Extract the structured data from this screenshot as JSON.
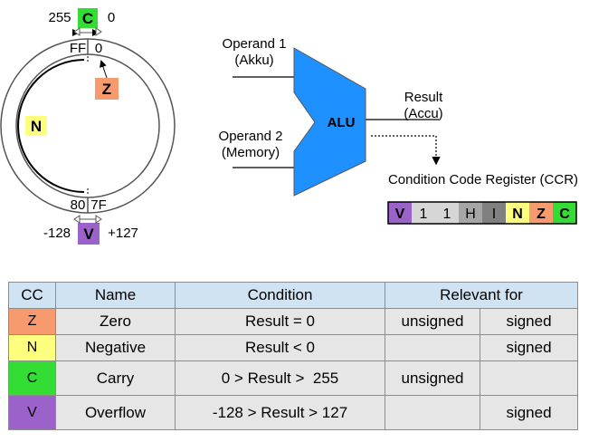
{
  "ring": {
    "top_left": "255",
    "top_right": "0",
    "top_flag": "C",
    "top_ff": "FF",
    "top_00": "0",
    "bottom_left": "-128",
    "bottom_right": "+127",
    "bottom_flag": "V",
    "bottom_80": "80",
    "bottom_7f": "7F",
    "z_flag": "Z",
    "n_flag": "N"
  },
  "alu": {
    "label": "ALU",
    "op1_line1": "Operand 1",
    "op1_line2": "(Akku)",
    "op2_line1": "Operand 2",
    "op2_line2": "(Memory)",
    "res_line1": "Result",
    "res_line2": "(Accu)"
  },
  "ccr": {
    "title": "Condition Code Register (CCR)",
    "bits": [
      "V",
      "1",
      "1",
      "H",
      "I",
      "N",
      "Z",
      "C"
    ]
  },
  "colors": {
    "z": "#f79a6e",
    "n": "#ffff7f",
    "c": "#33dd33",
    "v": "#9b63c9",
    "alu": "#1e90ff",
    "grey_light": "#d6d6d6",
    "grey_mid": "#a6a6a6",
    "grey_dark": "#808080",
    "header": "#cfe3f3",
    "cell": "#e6e6e6"
  },
  "table": {
    "headers": {
      "cc": "CC",
      "name": "Name",
      "condition": "Condition",
      "relevant": "Relevant for"
    },
    "rows": [
      {
        "cc": "Z",
        "name": "Zero",
        "condition": "Result = 0",
        "unsigned": "unsigned",
        "signed": "signed"
      },
      {
        "cc": "N",
        "name": "Negative",
        "condition": "Result < 0",
        "unsigned": "",
        "signed": "signed"
      },
      {
        "cc": "C",
        "name": "Carry",
        "condition": "0 > Result >  255",
        "unsigned": "unsigned",
        "signed": ""
      },
      {
        "cc": "V",
        "name": "Overflow",
        "condition": "-128 > Result > 127",
        "unsigned": "",
        "signed": "signed"
      }
    ]
  }
}
